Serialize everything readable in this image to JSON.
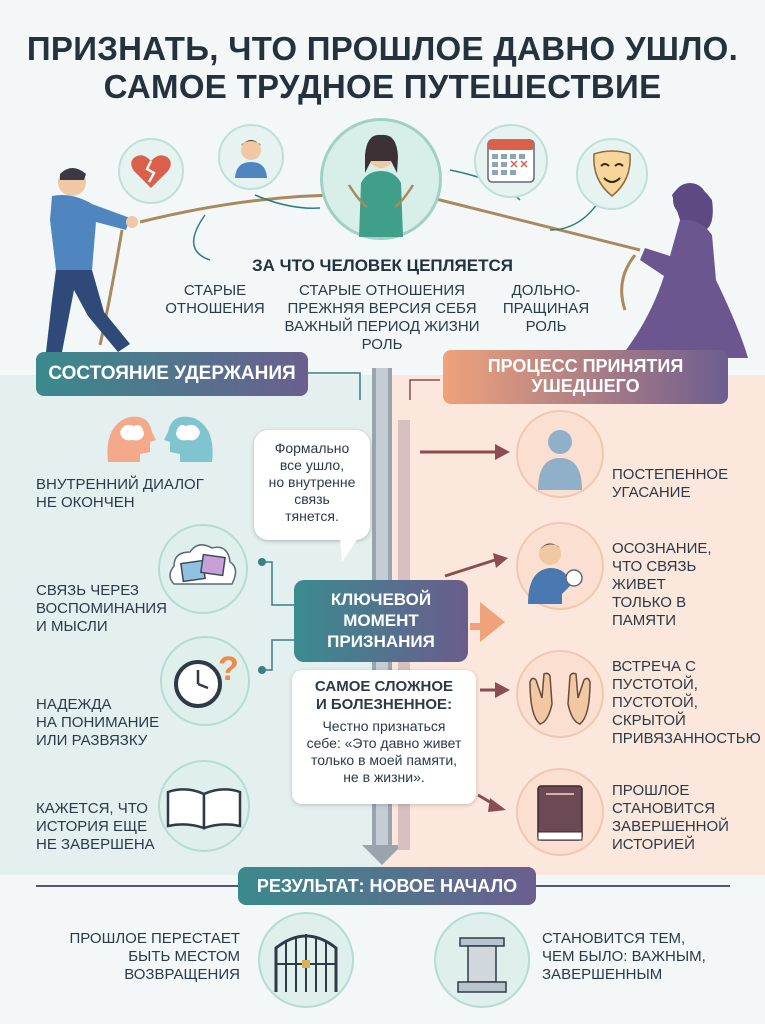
{
  "title": {
    "line1": "ПРИЗНАТЬ, ЧТО ПРОШЛОЕ ДАВНО УШЛО.",
    "line2": "САМОЕ ТРУДНОЕ ПУТЕШЕСТВИЕ"
  },
  "holding": {
    "title": "ЗА ЧТО ЧЕЛОВЕК ЦЕПЛЯЕТСЯ",
    "items": [
      {
        "line1": "СТАРЫЕ",
        "line2": "ОТНОШЕНИЯ"
      },
      {
        "line1": "СТАРЫЕ ОТНОШЕНИЯ",
        "line2": "ПРЕЖНЯЯ ВЕРСИЯ СЕБЯ",
        "line3": "ВАЖНЫЙ ПЕРИОД ЖИЗНИ",
        "line4": "РОЛЬ"
      },
      {
        "line1": "ДОЛЬНО-",
        "line2": "ПРАЩИНАЯ",
        "line3": "РОЛЬ"
      }
    ]
  },
  "left": {
    "banner": "СОСТОЯНИЕ УДЕРЖАНИЯ",
    "items": [
      {
        "line1": "ВНУТРЕННИЙ ДИАЛОГ",
        "line2": "НЕ ОКОНЧЕН"
      },
      {
        "line1": "СВЯЗЬ ЧЕРЕЗ",
        "line2": "ВОСПОМИНАНИЯ",
        "line3": "И МЫСЛИ"
      },
      {
        "line1": "НАДЕЖДА",
        "line2": "НА ПОНИМАНИЕ",
        "line3": "ИЛИ РАЗВЯЗКУ"
      },
      {
        "line1": "КАЖЕТСЯ, ЧТО",
        "line2": "ИСТОРИЯ ЕЩЕ",
        "line3": "НЕ ЗАВЕРШЕНА"
      }
    ],
    "bubble": {
      "line1": "Формально",
      "line2": "все ушло,",
      "line3": "но внутренне",
      "line4": "связь",
      "line5": "тянется."
    }
  },
  "right": {
    "banner_line1": "ПРОЦЕСС ПРИНЯТИЯ",
    "banner_line2": "УШЕДШЕГО",
    "items": [
      {
        "line1": "ПОСТЕПЕННОЕ",
        "line2": "УГАСАНИЕ"
      },
      {
        "line1": "ОСОЗНАНИЕ,",
        "line2": "ЧТО СВЯЗЬ",
        "line3": "ЖИВЕТ",
        "line4": "ТОЛЬКО В",
        "line5": "ПАМЯТИ"
      },
      {
        "line1": "ВСТРЕЧА С",
        "line2": "ПУСТОТОЙ,",
        "line3": "ПУСТОТОЙ,",
        "line4": "СКРЫТОЙ",
        "line5": "ПРИВЯЗАННОСТЬЮ"
      },
      {
        "line1": "ПРОШЛОЕ",
        "line2": "СТАНОВИТСЯ",
        "line3": "ЗАВЕРШЕННОЙ",
        "line4": "ИСТОРИЕЙ"
      }
    ]
  },
  "key": {
    "line1": "КЛЮЧЕВОЙ",
    "line2": "МОМЕНТ",
    "line3": "ПРИЗНАНИЯ",
    "note_h1": "САМОЕ СЛОЖНОЕ",
    "note_h2": "И БОЛЕЗНЕННОЕ:",
    "note1": "Честно признаться",
    "note2": "себе: «Это давно живет",
    "note3": "только в моей памяти,",
    "note4": "не в жизни»."
  },
  "result": {
    "banner": "РЕЗУЛЬТАТ: НОВОЕ НАЧАЛО",
    "left": {
      "line1": "ПРОШЛОЕ ПЕРЕСТАЕТ",
      "line2": "БЫТЬ МЕСТОМ",
      "line3": "ВОЗВРАЩЕНИЯ"
    },
    "right": {
      "line1": "СТАНОВИТСЯ ТЕМ,",
      "line2": "ЧЕМ БЫЛО: ВАЖНЫМ,",
      "line3": "ЗАВЕРШЕННЫМ"
    }
  },
  "colors": {
    "teal": "#3a8a8c",
    "purple": "#6a5f8e",
    "peach": "#f0a27a",
    "maroon": "#8a4e52"
  }
}
